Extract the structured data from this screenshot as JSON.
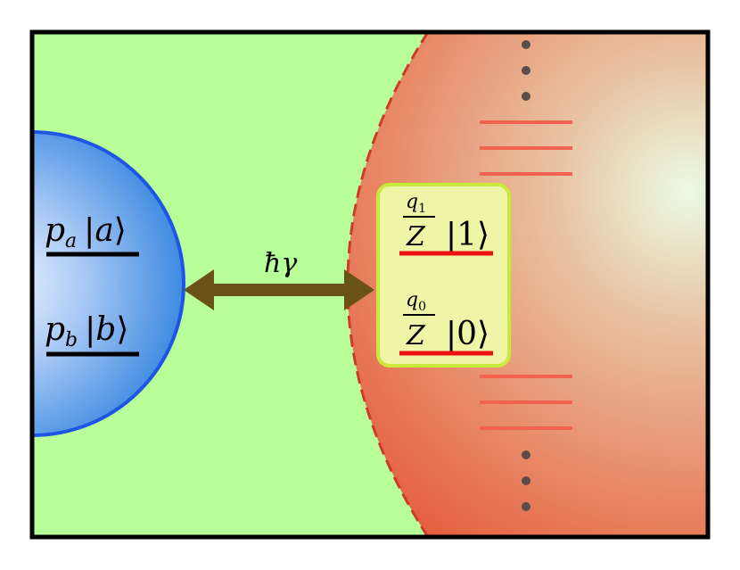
{
  "left_system": {
    "state_a": {
      "prob": "p",
      "sub": "a",
      "ket": "a"
    },
    "state_b": {
      "prob": "p",
      "sub": "b",
      "ket": "b"
    }
  },
  "coupling": {
    "label_hbar": "ħ",
    "label_gamma": "γ"
  },
  "right_system": {
    "highlighted_levels": [
      {
        "num": "q",
        "num_sub": "1",
        "den": "Z",
        "ket": "1"
      },
      {
        "num": "q",
        "num_sub": "0",
        "den": "Z",
        "ket": "0"
      }
    ]
  },
  "colors": {
    "background": "#b8ff99",
    "left_sphere": "#3f8fe6",
    "right_sphere": "#e6573a",
    "arrow": "#6a5118",
    "level_line": "#f2634f",
    "highlight_box": "#eef5a6",
    "highlight_border": "#c7ea3c",
    "ket_underline_left": "#000000",
    "ket_underline_right": "#ee1111"
  }
}
